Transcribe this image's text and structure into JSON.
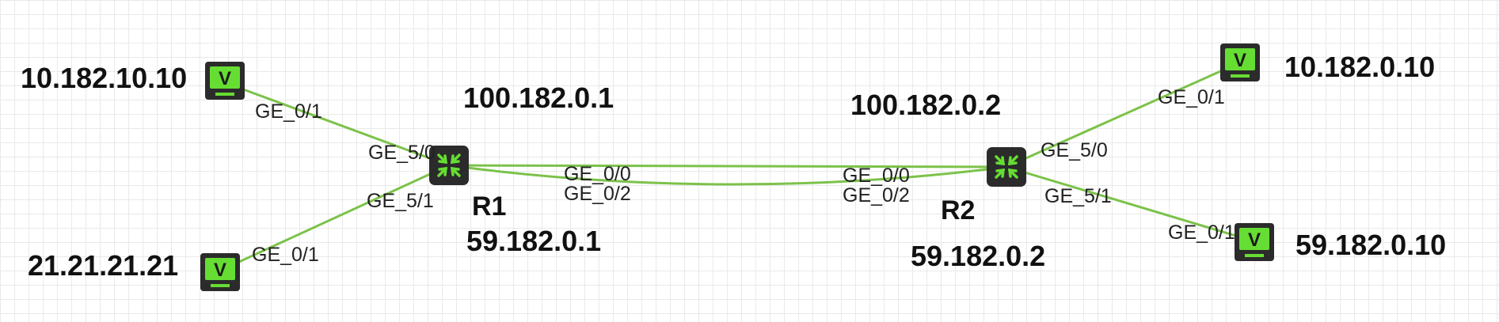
{
  "theme": {
    "link_color": "#7cc24a",
    "device_color": "#222222",
    "icon_accent": "#66dd33"
  },
  "nodes": {
    "R1": {
      "label": "R1",
      "icon": "router-icon"
    },
    "R2": {
      "label": "R2",
      "icon": "router-icon"
    },
    "H1": {
      "icon": "vpc-host-icon",
      "glyph": "V"
    },
    "H2": {
      "icon": "vpc-host-icon",
      "glyph": "V"
    },
    "H3": {
      "icon": "vpc-host-icon",
      "glyph": "V"
    },
    "H4": {
      "icon": "vpc-host-icon",
      "glyph": "V"
    }
  },
  "ip_labels": {
    "h1": "10.182.10.10",
    "h2": "21.21.21.21",
    "h3": "10.182.0.10",
    "h4": "59.182.0.10",
    "r1_top": "100.182.0.1",
    "r1_bottom": "59.182.0.1",
    "r2_top": "100.182.0.2",
    "r2_bottom": "59.182.0.2"
  },
  "port_labels": {
    "h1_side": "GE_0/1",
    "r1_to_h1": "GE_5/0",
    "r1_to_h2": "GE_5/1",
    "h2_side": "GE_0/1",
    "r1_link_upper": "GE_0/0",
    "r1_link_lower": "GE_0/2",
    "r2_link_upper": "GE_0/0",
    "r2_link_lower": "GE_0/2",
    "h3_side": "GE_0/1",
    "r2_to_h3": "GE_5/0",
    "r2_to_h4": "GE_5/1",
    "h4_side": "GE_0/1"
  }
}
